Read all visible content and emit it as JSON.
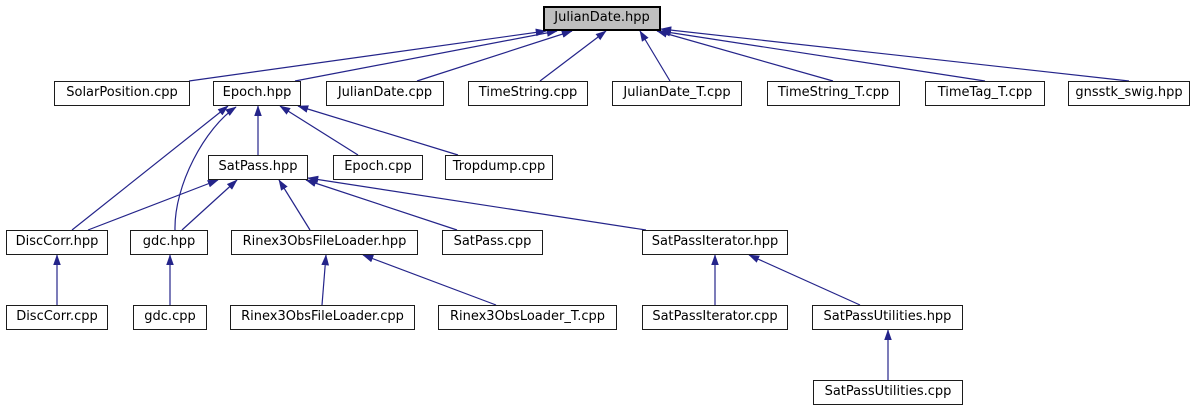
{
  "diagram": {
    "kind": "include-dependency-graph",
    "root": "JulianDate.hpp",
    "colors": {
      "edge": "#24248a",
      "node_background": "#ffffff",
      "node_border": "#1c1c1c",
      "root_background": "#bfbfbf",
      "root_border": "#000000",
      "text": "#000000",
      "page_background": "#ffffff"
    },
    "nodes": [
      {
        "id": "JulianDate.hpp",
        "label": "JulianDate.hpp",
        "root": true
      },
      {
        "id": "SolarPosition.cpp",
        "label": "SolarPosition.cpp",
        "root": false
      },
      {
        "id": "Epoch.hpp",
        "label": "Epoch.hpp",
        "root": false
      },
      {
        "id": "JulianDate.cpp",
        "label": "JulianDate.cpp",
        "root": false
      },
      {
        "id": "TimeString.cpp",
        "label": "TimeString.cpp",
        "root": false
      },
      {
        "id": "JulianDate_T.cpp",
        "label": "JulianDate_T.cpp",
        "root": false
      },
      {
        "id": "TimeString_T.cpp",
        "label": "TimeString_T.cpp",
        "root": false
      },
      {
        "id": "TimeTag_T.cpp",
        "label": "TimeTag_T.cpp",
        "root": false
      },
      {
        "id": "gnsstk_swig.hpp",
        "label": "gnsstk_swig.hpp",
        "root": false
      },
      {
        "id": "SatPass.hpp",
        "label": "SatPass.hpp",
        "root": false
      },
      {
        "id": "Epoch.cpp",
        "label": "Epoch.cpp",
        "root": false
      },
      {
        "id": "Tropdump.cpp",
        "label": "Tropdump.cpp",
        "root": false
      },
      {
        "id": "DiscCorr.hpp",
        "label": "DiscCorr.hpp",
        "root": false
      },
      {
        "id": "gdc.hpp",
        "label": "gdc.hpp",
        "root": false
      },
      {
        "id": "Rinex3ObsFileLoader.hpp",
        "label": "Rinex3ObsFileLoader.hpp",
        "root": false
      },
      {
        "id": "SatPass.cpp",
        "label": "SatPass.cpp",
        "root": false
      },
      {
        "id": "SatPassIterator.hpp",
        "label": "SatPassIterator.hpp",
        "root": false
      },
      {
        "id": "DiscCorr.cpp",
        "label": "DiscCorr.cpp",
        "root": false
      },
      {
        "id": "gdc.cpp",
        "label": "gdc.cpp",
        "root": false
      },
      {
        "id": "Rinex3ObsFileLoader.cpp",
        "label": "Rinex3ObsFileLoader.cpp",
        "root": false
      },
      {
        "id": "Rinex3ObsLoader_T.cpp",
        "label": "Rinex3ObsLoader_T.cpp",
        "root": false
      },
      {
        "id": "SatPassIterator.cpp",
        "label": "SatPassIterator.cpp",
        "root": false
      },
      {
        "id": "SatPassUtilities.hpp",
        "label": "SatPassUtilities.hpp",
        "root": false
      },
      {
        "id": "SatPassUtilities.cpp",
        "label": "SatPassUtilities.cpp",
        "root": false
      }
    ],
    "edges": [
      {
        "from": "SolarPosition.cpp",
        "to": "JulianDate.hpp"
      },
      {
        "from": "Epoch.hpp",
        "to": "JulianDate.hpp"
      },
      {
        "from": "JulianDate.cpp",
        "to": "JulianDate.hpp"
      },
      {
        "from": "TimeString.cpp",
        "to": "JulianDate.hpp"
      },
      {
        "from": "JulianDate_T.cpp",
        "to": "JulianDate.hpp"
      },
      {
        "from": "TimeString_T.cpp",
        "to": "JulianDate.hpp"
      },
      {
        "from": "TimeTag_T.cpp",
        "to": "JulianDate.hpp"
      },
      {
        "from": "gnsstk_swig.hpp",
        "to": "JulianDate.hpp"
      },
      {
        "from": "SatPass.hpp",
        "to": "Epoch.hpp"
      },
      {
        "from": "Epoch.cpp",
        "to": "Epoch.hpp"
      },
      {
        "from": "Tropdump.cpp",
        "to": "Epoch.hpp"
      },
      {
        "from": "DiscCorr.hpp",
        "to": "Epoch.hpp"
      },
      {
        "from": "gdc.hpp",
        "to": "Epoch.hpp"
      },
      {
        "from": "DiscCorr.hpp",
        "to": "SatPass.hpp"
      },
      {
        "from": "gdc.hpp",
        "to": "SatPass.hpp"
      },
      {
        "from": "Rinex3ObsFileLoader.hpp",
        "to": "SatPass.hpp"
      },
      {
        "from": "SatPass.cpp",
        "to": "SatPass.hpp"
      },
      {
        "from": "SatPassIterator.hpp",
        "to": "SatPass.hpp"
      },
      {
        "from": "DiscCorr.cpp",
        "to": "DiscCorr.hpp"
      },
      {
        "from": "gdc.cpp",
        "to": "gdc.hpp"
      },
      {
        "from": "Rinex3ObsFileLoader.cpp",
        "to": "Rinex3ObsFileLoader.hpp"
      },
      {
        "from": "Rinex3ObsLoader_T.cpp",
        "to": "Rinex3ObsFileLoader.hpp"
      },
      {
        "from": "SatPassIterator.cpp",
        "to": "SatPassIterator.hpp"
      },
      {
        "from": "SatPassUtilities.hpp",
        "to": "SatPassIterator.hpp"
      },
      {
        "from": "SatPassUtilities.cpp",
        "to": "SatPassUtilities.hpp"
      }
    ]
  }
}
